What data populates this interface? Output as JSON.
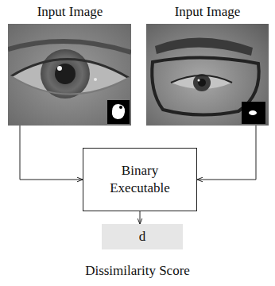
{
  "diagram": {
    "nodes": [
      {
        "text": [
          "Input Image"
        ]
      },
      {
        "text": [
          "Input Image"
        ]
      },
      {
        "text": [
          "Binary Executable"
        ]
      },
      {
        "text": [
          "d"
        ]
      }
    ],
    "edges": [
      {
        "from": 0,
        "to": 2,
        "arrow": "to"
      },
      {
        "from": 1,
        "to": 2,
        "arrow": "to"
      },
      {
        "from": 2,
        "to": 3,
        "arrow": "to"
      }
    ],
    "labels": [
      "Dissimilarity Score"
    ]
  }
}
